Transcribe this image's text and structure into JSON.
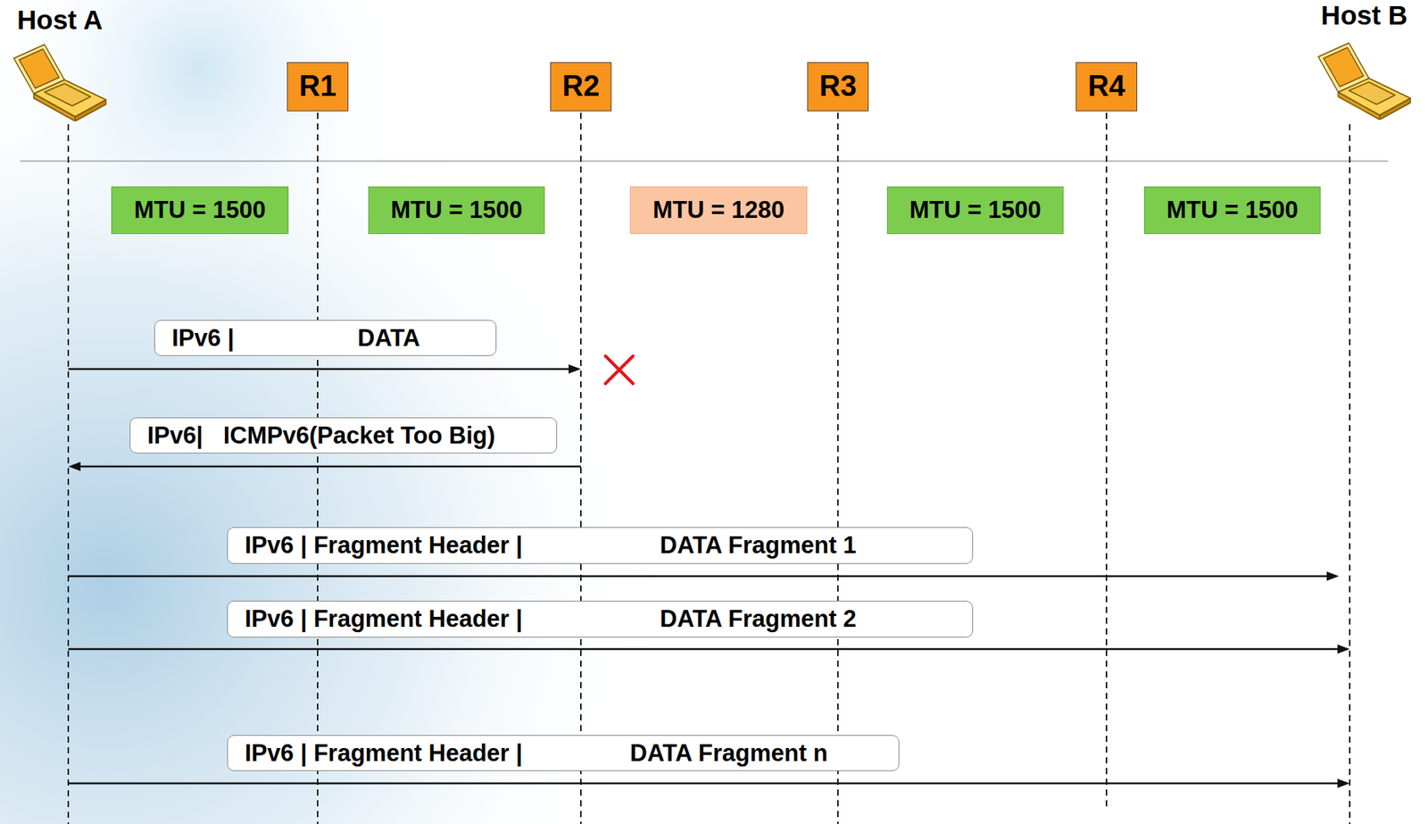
{
  "diagram": {
    "nodes": [
      {
        "text": [
          "Host A"
        ]
      },
      {
        "text": [
          "R1"
        ]
      },
      {
        "text": [
          "R2"
        ]
      },
      {
        "text": [
          "R3"
        ]
      },
      {
        "text": [
          "R4"
        ]
      },
      {
        "text": [
          "Host B"
        ]
      },
      {
        "text": [
          "MTU = 1500"
        ]
      },
      {
        "text": [
          "MTU = 1500"
        ]
      },
      {
        "text": [
          "MTU = 1280"
        ]
      },
      {
        "text": [
          "MTU = 1500"
        ]
      },
      {
        "text": [
          "MTU = 1500"
        ]
      },
      {
        "text": [
          "IPv6 |",
          "DATA"
        ]
      },
      {
        "text": [
          "IPv6|",
          "ICMPv6(Packet Too Big)"
        ]
      },
      {
        "text": [
          "IPv6 | Fragment Header |",
          "DATA Fragment 1"
        ]
      },
      {
        "text": [
          "IPv6 | Fragment Header |",
          "DATA Fragment 2"
        ]
      },
      {
        "text": [
          "IPv6 | Fragment Header |",
          "DATA Fragment n"
        ]
      }
    ]
  }
}
